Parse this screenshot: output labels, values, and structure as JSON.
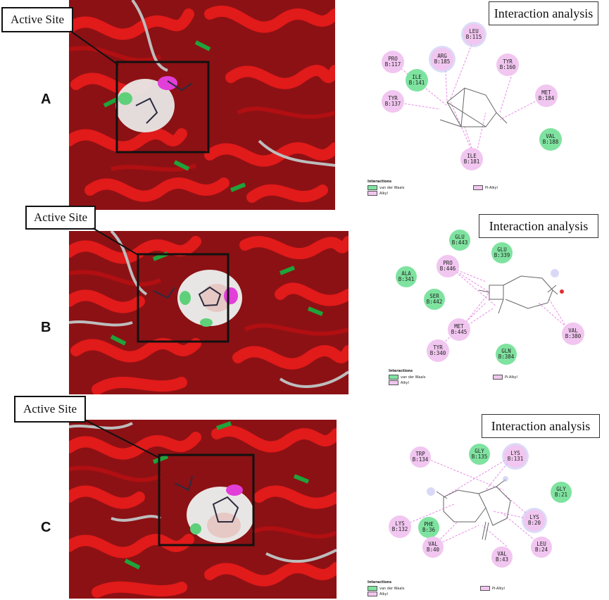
{
  "colors": {
    "helix": "#d01414",
    "sheet": "#1fa33a",
    "coil": "#bdbdbd",
    "vdw": "#7fe3a0",
    "alkyl": "#f1c6f0",
    "interaction_line": "#e88be6"
  },
  "legend": {
    "title": "Interactions",
    "vdw": "van der Waals",
    "alkyl": "Alkyl",
    "pialkyl": "Pi-Alkyl"
  },
  "panels": [
    {
      "letter": "A",
      "site_label": "Active Site",
      "analysis_label": "Interaction analysis",
      "residues": [
        {
          "name": "LEU",
          "id": "B:115",
          "type": "alkyl"
        },
        {
          "name": "ARG",
          "id": "B:185",
          "type": "alkyl"
        },
        {
          "name": "TYR",
          "id": "B:160",
          "type": "alkyl"
        },
        {
          "name": "PRO",
          "id": "B:117",
          "type": "alkyl"
        },
        {
          "name": "ILE",
          "id": "B:141",
          "type": "vdw"
        },
        {
          "name": "MET",
          "id": "B:184",
          "type": "alkyl"
        },
        {
          "name": "TYR",
          "id": "B:137",
          "type": "alkyl"
        },
        {
          "name": "VAL",
          "id": "B:188",
          "type": "vdw"
        },
        {
          "name": "ILE",
          "id": "B:181",
          "type": "alkyl"
        }
      ]
    },
    {
      "letter": "B",
      "site_label": "Active Site",
      "analysis_label": "Interaction analysis",
      "residues": [
        {
          "name": "GLU",
          "id": "B:443",
          "type": "vdw"
        },
        {
          "name": "GLU",
          "id": "B:339",
          "type": "vdw"
        },
        {
          "name": "PRO",
          "id": "B:446",
          "type": "alkyl"
        },
        {
          "name": "ALA",
          "id": "B:341",
          "type": "vdw"
        },
        {
          "name": "SER",
          "id": "B:442",
          "type": "vdw"
        },
        {
          "name": "MET",
          "id": "B:445",
          "type": "alkyl"
        },
        {
          "name": "VAL",
          "id": "B:380",
          "type": "alkyl"
        },
        {
          "name": "TYR",
          "id": "B:340",
          "type": "alkyl"
        },
        {
          "name": "GLN",
          "id": "B:384",
          "type": "vdw"
        }
      ]
    },
    {
      "letter": "C",
      "site_label": "Active Site",
      "analysis_label": "Interaction analysis",
      "residues": [
        {
          "name": "GLY",
          "id": "B:135",
          "type": "vdw"
        },
        {
          "name": "LYS",
          "id": "B:131",
          "type": "alkyl"
        },
        {
          "name": "TRP",
          "id": "B:134",
          "type": "alkyl"
        },
        {
          "name": "GLY",
          "id": "B:21",
          "type": "vdw"
        },
        {
          "name": "LYS",
          "id": "B:20",
          "type": "alkyl"
        },
        {
          "name": "LYS",
          "id": "B:132",
          "type": "alkyl"
        },
        {
          "name": "PHE",
          "id": "B:36",
          "type": "vdw"
        },
        {
          "name": "VAL",
          "id": "B:40",
          "type": "alkyl"
        },
        {
          "name": "LEU",
          "id": "B:24",
          "type": "alkyl"
        },
        {
          "name": "VAL",
          "id": "B:43",
          "type": "alkyl"
        }
      ]
    }
  ]
}
